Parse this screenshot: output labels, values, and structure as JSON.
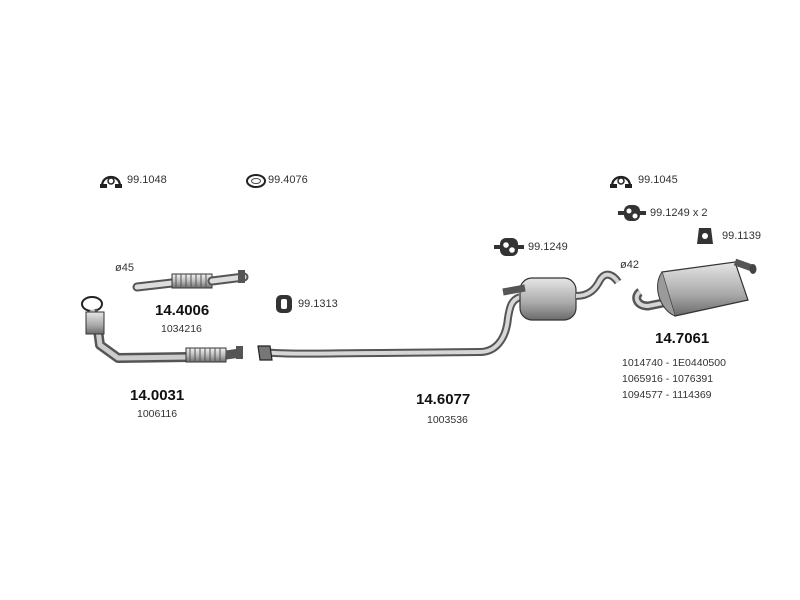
{
  "hardware": {
    "clamp_a": "99.1048",
    "ring_a": "99.4076",
    "clamp_b": "99.1045",
    "hanger_a": "99.1249 x 2",
    "hanger_b": "99.1249",
    "hanger_c": "99.1139",
    "hanger_d": "99.1313"
  },
  "diameters": {
    "front_pipe": "ø45",
    "rear_silencer": "ø42"
  },
  "parts": {
    "flex_pipe": {
      "code": "14.4006",
      "ref": "1034216"
    },
    "front_pipe": {
      "code": "14.0031",
      "ref": "1006116"
    },
    "middle_pipe": {
      "code": "14.6077",
      "ref": "1003536"
    },
    "rear_silencer": {
      "code": "14.7061",
      "refs": [
        "1014740 - 1E0440500",
        "1065916 - 1076391",
        "1094577 - 1114369"
      ]
    }
  }
}
